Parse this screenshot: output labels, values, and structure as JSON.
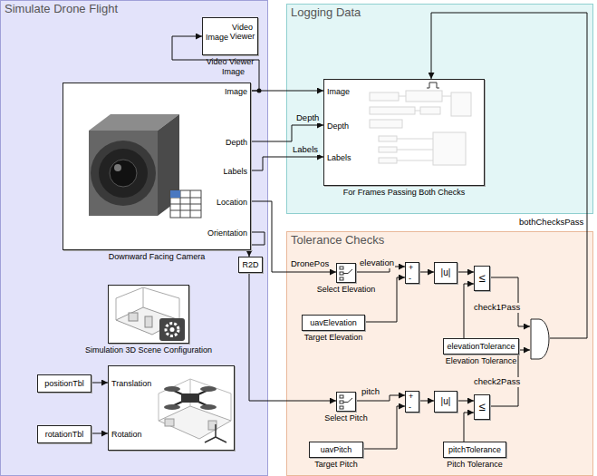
{
  "diagram": {
    "nodes": [
      {
        "text": [
          "Simulate Drone Flight"
        ]
      },
      {
        "text": [
          "Image",
          "Video Viewer",
          "Video Viewer"
        ],
        "in": 0
      },
      {
        "text": [
          "Image",
          "Depth",
          "Labels",
          "Location",
          "Orientation",
          "Downward Facing Camera"
        ],
        "in": 0
      },
      {
        "text": [
          "Simulation 3D Scene Configuration"
        ],
        "in": 0
      },
      {
        "text": [
          "positionTbl"
        ],
        "in": 0
      },
      {
        "text": [
          "rotationTbl"
        ],
        "in": 0
      },
      {
        "text": [
          "Translation",
          "Rotation"
        ],
        "in": 0
      },
      {
        "text": [
          "R2D"
        ],
        "in": 0
      },
      {
        "text": [
          "Logging Data"
        ]
      },
      {
        "text": [
          "Image",
          "Depth",
          "Labels",
          "For Frames Passing Both Checks"
        ],
        "in": 8
      },
      {
        "text": [
          "Tolerance Checks"
        ]
      },
      {
        "text": [
          "Select Elevation"
        ],
        "in": 10
      },
      {
        "text": [
          "+",
          "-"
        ],
        "in": 10
      },
      {
        "text": [
          "|u|"
        ],
        "in": 10
      },
      {
        "text": [
          "≤"
        ],
        "in": 10
      },
      {
        "text": [
          "uavElevation",
          "Target Elevation"
        ],
        "in": 10
      },
      {
        "text": [
          "elevationTolerance",
          "Elevation Tolerance"
        ],
        "in": 10
      },
      {
        "text": [],
        "in": 10
      },
      {
        "text": [
          "Select Pitch"
        ],
        "in": 10
      },
      {
        "text": [
          "+",
          "-"
        ],
        "in": 10
      },
      {
        "text": [
          "|u|"
        ],
        "in": 10
      },
      {
        "text": [
          "≤"
        ],
        "in": 10
      },
      {
        "text": [
          "uavPitch",
          "Target Pitch"
        ],
        "in": 10
      },
      {
        "text": [
          "pitchTolerance",
          "Pitch Tolerance"
        ],
        "in": 10
      }
    ],
    "edges": [
      {
        "from": 2,
        "to": 1,
        "arrow": "to"
      },
      {
        "from": 2,
        "to": 9,
        "arrow": "to"
      },
      {
        "from": 2,
        "to": 9,
        "label": "Depth",
        "arrow": "to"
      },
      {
        "from": 2,
        "to": 9,
        "label": "Labels",
        "arrow": "to"
      },
      {
        "from": 2,
        "to": 11,
        "label": "DronePos",
        "arrow": "to"
      },
      {
        "from": 2,
        "to": 7,
        "arrow": "to"
      },
      {
        "from": 7,
        "to": 18,
        "arrow": "to"
      },
      {
        "from": 4,
        "to": 6,
        "arrow": "to"
      },
      {
        "from": 5,
        "to": 6,
        "arrow": "to"
      },
      {
        "from": 11,
        "to": 12,
        "label": "elevation",
        "arrow": "to"
      },
      {
        "from": 15,
        "to": 12,
        "arrow": "to"
      },
      {
        "from": 12,
        "to": 13,
        "arrow": "to"
      },
      {
        "from": 13,
        "to": 14,
        "arrow": "to"
      },
      {
        "from": 16,
        "to": 14,
        "arrow": "to"
      },
      {
        "from": 14,
        "to": 17,
        "label": "check1Pass",
        "arrow": "to"
      },
      {
        "from": 18,
        "to": 19,
        "label": "pitch",
        "arrow": "to"
      },
      {
        "from": 22,
        "to": 19,
        "arrow": "to"
      },
      {
        "from": 19,
        "to": 20,
        "arrow": "to"
      },
      {
        "from": 20,
        "to": 21,
        "arrow": "to"
      },
      {
        "from": 23,
        "to": 21,
        "arrow": "to"
      },
      {
        "from": 21,
        "to": 17,
        "label": "check2Pass",
        "arrow": "to"
      },
      {
        "from": 17,
        "to": 9,
        "label": "bothChecksPass",
        "arrow": "to"
      }
    ],
    "labels": [
      "Image"
    ]
  }
}
